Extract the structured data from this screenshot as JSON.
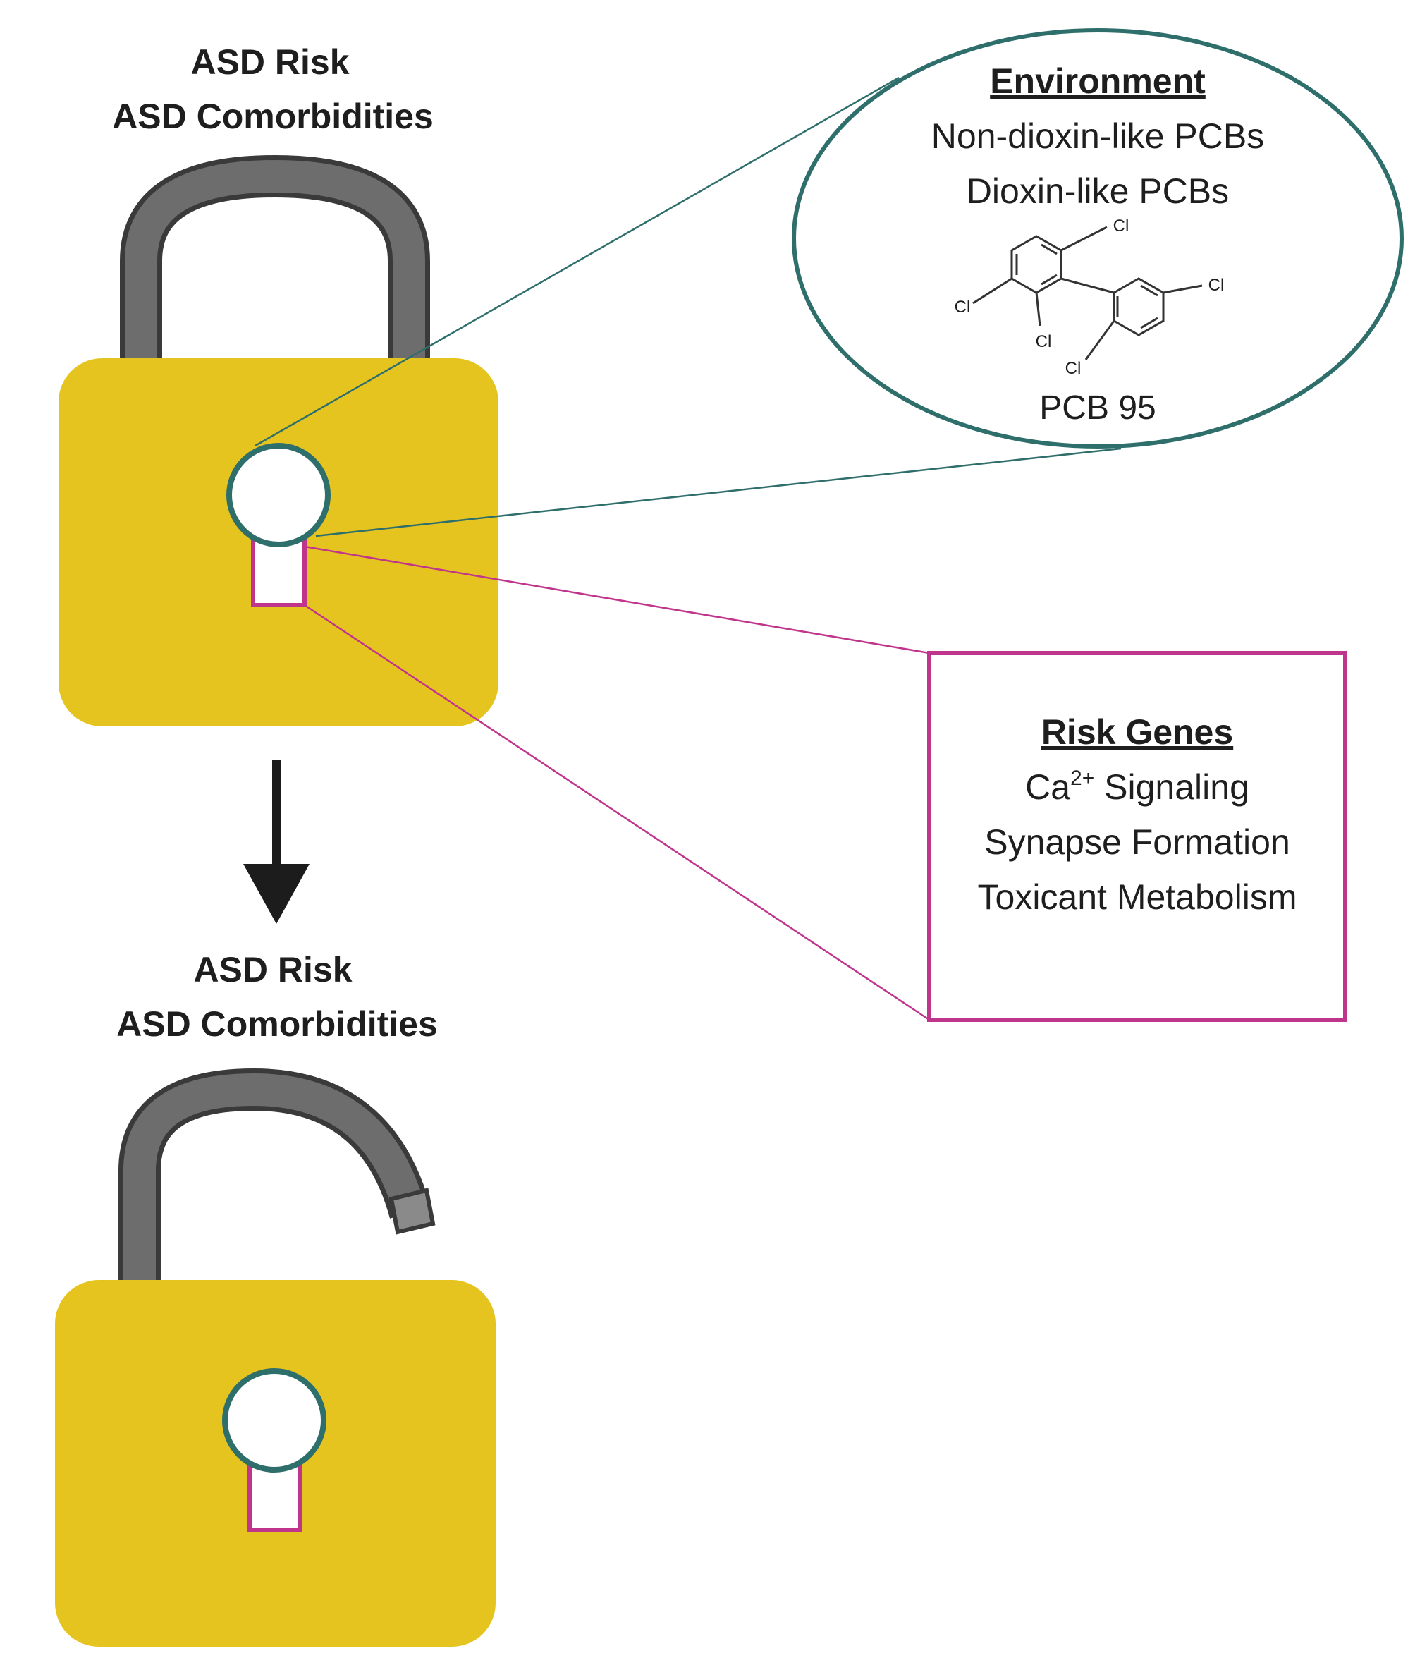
{
  "top_lock": {
    "title_line1": "ASD Risk",
    "title_line2": "ASD Comorbidities"
  },
  "bottom_lock": {
    "title_line1": "ASD Risk",
    "title_line2": "ASD Comorbidities"
  },
  "environment": {
    "heading": "Environment",
    "items": [
      "Non-dioxin-like PCBs",
      "Dioxin-like PCBs"
    ],
    "molecule_atoms": [
      "Cl",
      "Cl",
      "Cl",
      "Cl",
      "Cl"
    ],
    "molecule_name": "PCB 95"
  },
  "risk_genes": {
    "heading": "Risk Genes",
    "item1_base": "Ca",
    "item1_sup": "2+",
    "item1_rest": " Signaling",
    "item2": "Synapse Formation",
    "item3": "Toxicant Metabolism"
  },
  "colors": {
    "lock_body": "#e6c41f",
    "shackle": "#6d6d6d",
    "teal": "#2e6e6b",
    "magenta": "#c0358c",
    "arrow": "#1c1c1c"
  }
}
